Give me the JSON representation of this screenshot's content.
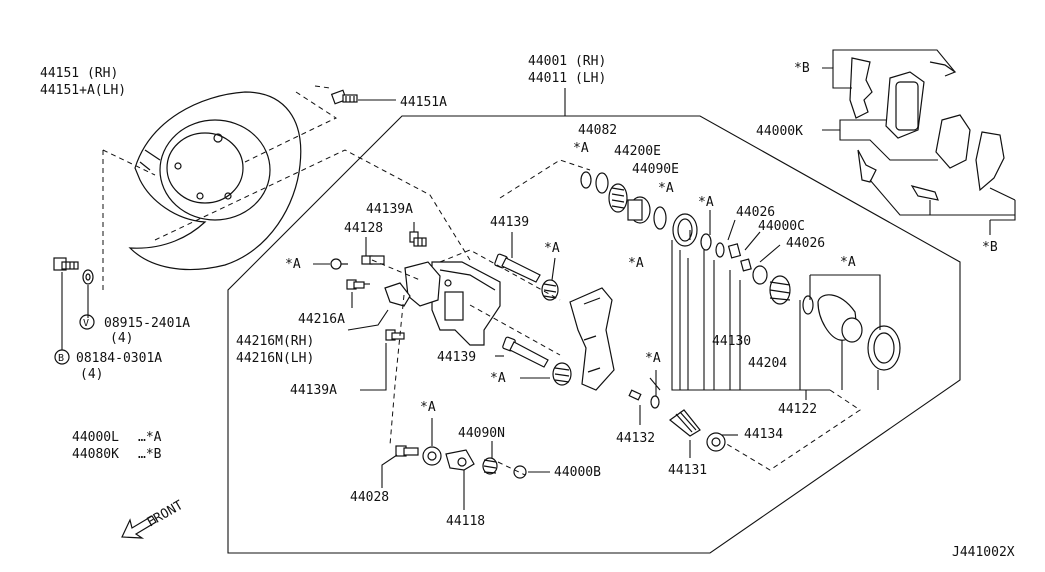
{
  "diagram": {
    "labels": {
      "shield_rh": "44151   (RH)",
      "shield_lh": "44151+A(LH)",
      "shield_bolt": "44151A",
      "washer": "08915-2401A",
      "washer_qty": "(4)",
      "washer_mark": "V",
      "bolt": "08184-0301A",
      "bolt_qty": "(4)",
      "bolt_mark": "B",
      "caliper_rh": "44001 (RH)",
      "caliper_lh": "44011 (LH)",
      "seal_kit": "44082",
      "boot": "44200E",
      "boot2": "44090E",
      "bleeder": "44139A",
      "bleeder2": "44139A",
      "valve": "44128",
      "pin1": "44139",
      "pin2": "44139",
      "bracket_rh": "44216M(RH)",
      "bracket_lh": "44216N(LH)",
      "spring": "44216A",
      "piston_seal": "44026",
      "piston_seal2": "44026",
      "ring": "44000C",
      "adjuster": "44130",
      "rod": "44204",
      "piston": "44122",
      "lever_bolt": "44132",
      "lever_nut": "44134",
      "lever": "44131",
      "cable_pin": "44028",
      "cable_bracket": "44118",
      "return_spring": "44090N",
      "nut": "44000B",
      "pad_kit": "44000K",
      "legend_a_code": "44000L",
      "legend_a_mark": "…*A",
      "legend_b_code": "44080K",
      "legend_b_mark": "…*B",
      "mark_a": "*A",
      "mark_b": "*B",
      "front": "FRONT",
      "diagram_id": "J441002X"
    }
  }
}
